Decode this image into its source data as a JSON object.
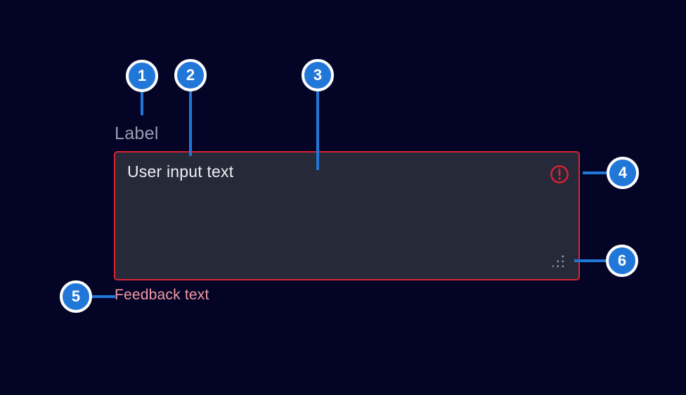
{
  "field": {
    "label": "Label",
    "value": "User input text",
    "feedback": "Feedback text"
  },
  "annotations": {
    "badges": [
      {
        "label": "1"
      },
      {
        "label": "2"
      },
      {
        "label": "3"
      },
      {
        "label": "4"
      },
      {
        "label": "5"
      },
      {
        "label": "6"
      }
    ]
  },
  "icons": {
    "error": "alert-circle-icon",
    "resize": "resize-grip-icon"
  },
  "colors": {
    "background": "#040427",
    "accent_blue": "#2177d8",
    "error_red": "#da2334",
    "field_background": "#262938",
    "label_grey": "#9a9eac",
    "value_white": "#eef0f4",
    "feedback_pink": "#f49aa4",
    "badge_ring_white": "#ffffff",
    "grip_grey": "#8d92a2"
  }
}
